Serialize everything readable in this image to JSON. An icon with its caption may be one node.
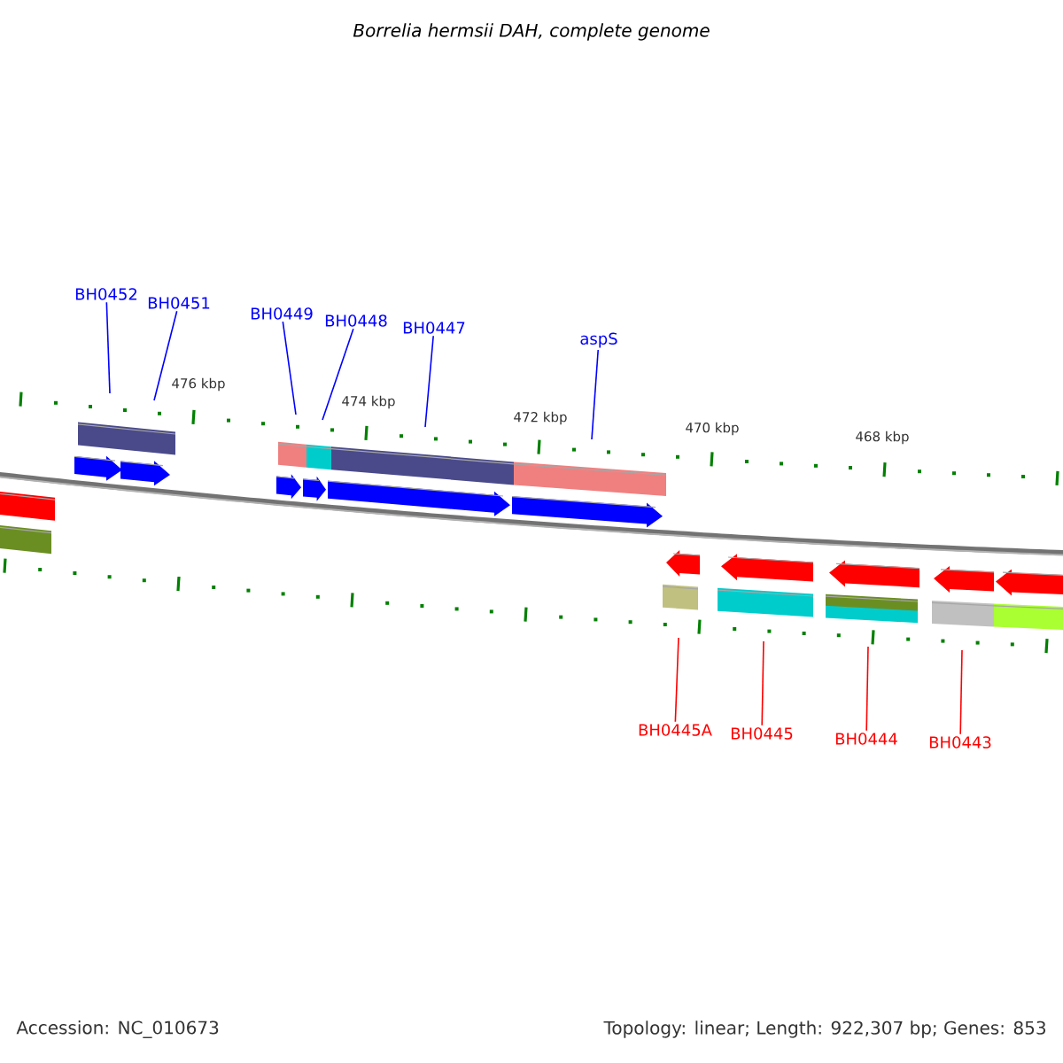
{
  "diagram": {
    "title": "*Borrelia hermsii* DAH, complete genome",
    "nodes": [
      {
        "text": [
          "BH0452"
        ]
      },
      {
        "text": [
          "BH0451"
        ]
      },
      {
        "text": [
          "BH0449"
        ]
      },
      {
        "text": [
          "BH0448"
        ]
      },
      {
        "text": [
          "BH0447"
        ]
      },
      {
        "text": [
          "aspS"
        ]
      },
      {
        "text": [
          "BH0445A"
        ]
      },
      {
        "text": [
          "BH0445"
        ]
      },
      {
        "text": [
          "BH0444"
        ]
      },
      {
        "text": [
          "BH0443"
        ]
      }
    ],
    "edges": [
      {
        "from": 0,
        "to": null,
        "arrow": "none"
      },
      {
        "from": 1,
        "to": null,
        "arrow": "none"
      },
      {
        "from": 2,
        "to": null,
        "arrow": "none"
      },
      {
        "from": 3,
        "to": null,
        "arrow": "none"
      },
      {
        "from": 4,
        "to": null,
        "arrow": "none"
      },
      {
        "from": 5,
        "to": null,
        "arrow": "none"
      },
      {
        "from": 6,
        "to": null,
        "arrow": "none",
        "color": "#ff0000"
      },
      {
        "from": 7,
        "to": null,
        "arrow": "none",
        "color": "#ff0000"
      },
      {
        "from": 8,
        "to": null,
        "arrow": "none",
        "color": "#ff0000"
      },
      {
        "from": 9,
        "to": null,
        "arrow": "none",
        "color": "#ff0000"
      }
    ],
    "labels": [
      "476 kbp",
      "474 kbp",
      "472 kbp",
      "470 kbp",
      "468 kbp",
      "Accession: NC_010673",
      "Topology: linear; Length: 922,307 bp; Genes: 853"
    ]
  }
}
